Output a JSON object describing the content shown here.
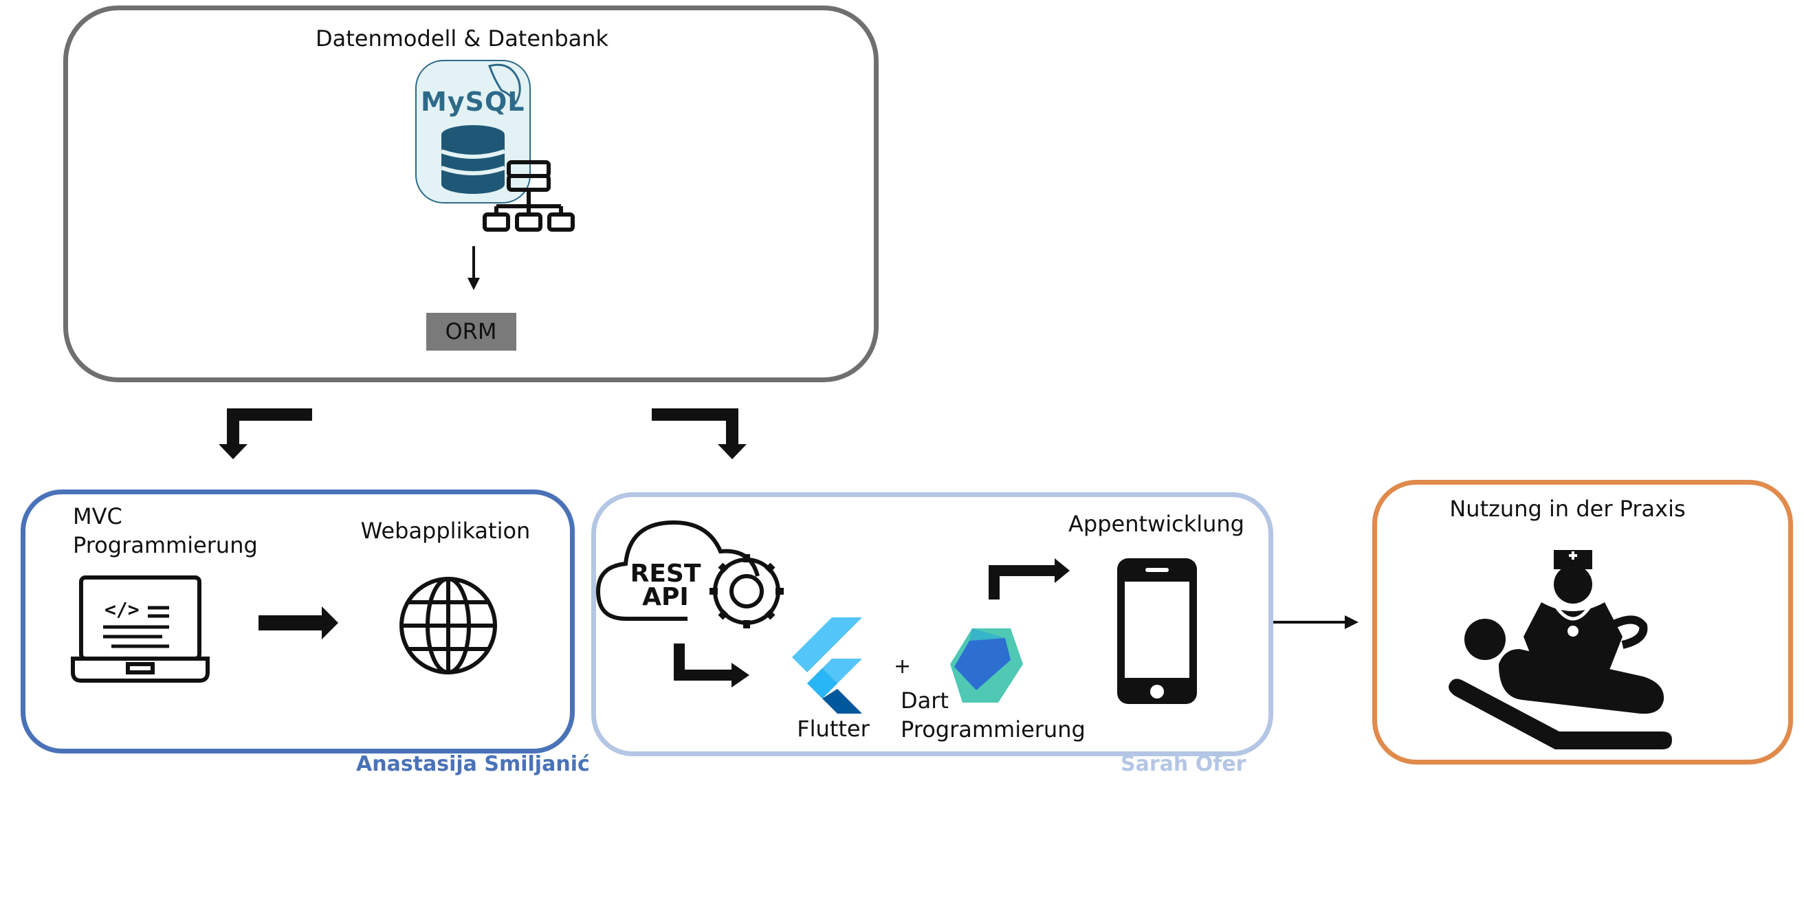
{
  "database": {
    "title": "Datenmodell & Datenbank",
    "logo_text": "MySQL",
    "orm_label": "ORM"
  },
  "web": {
    "mvc_label": "MVC\nProgrammierung",
    "webapp_label": "Webapplikation",
    "author": "Anastasija Smiljanić",
    "icons": [
      "laptop-code-icon",
      "globe-icon"
    ]
  },
  "app": {
    "rest_label": "REST\nAPI",
    "flutter_label": "Flutter",
    "plus": "+",
    "dart_label": "Dart\nProgrammierung",
    "appdev_label": "Appentwicklung",
    "author": "Sarah Ofer",
    "icons": [
      "cloud-gear-icon",
      "flutter-logo-icon",
      "dart-logo-icon",
      "smartphone-icon"
    ]
  },
  "practice": {
    "title": "Nutzung in der Praxis",
    "icons": [
      "doctor-patient-icon"
    ]
  },
  "colors": {
    "db_border": "#6f6f6f",
    "web_border": "#4a72b8",
    "app_border": "#b4c6e4",
    "practice_border": "#e08a4c",
    "orm_fill": "#7a7a7a",
    "mysql_blue": "#2d6a8a",
    "mysql_orange": "#e48e00",
    "author_web": "#4a72b8",
    "author_app": "#b4c6e4"
  }
}
